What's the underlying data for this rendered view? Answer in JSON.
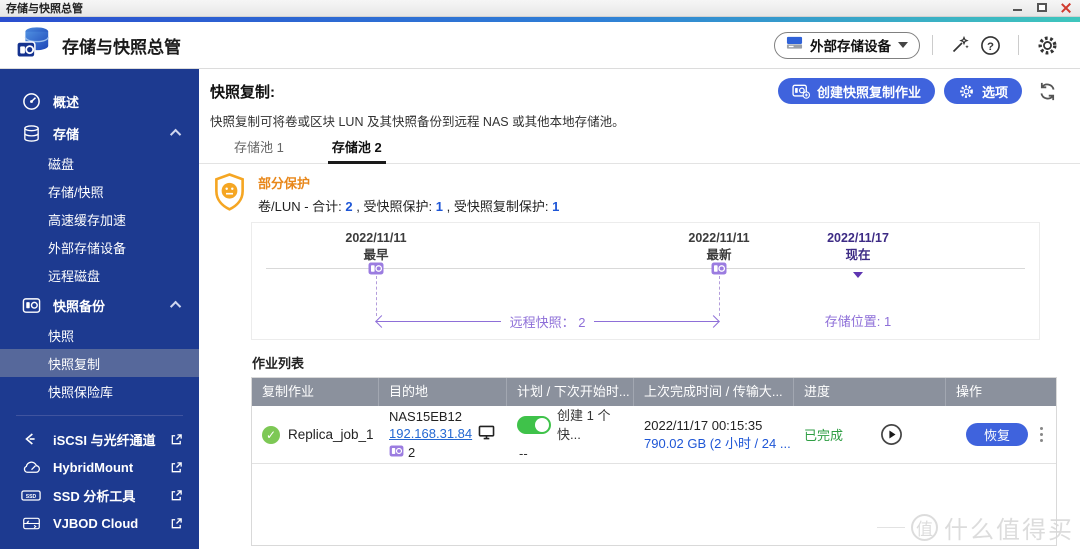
{
  "window": {
    "title": "存储与快照总管"
  },
  "header": {
    "app_title": "存储与快照总管",
    "device_selector": {
      "label": "外部存储设备"
    }
  },
  "sidebar": {
    "items": [
      {
        "label": "概述"
      },
      {
        "label": "存储"
      },
      {
        "label": "磁盘"
      },
      {
        "label": "存储/快照"
      },
      {
        "label": "高速缓存加速"
      },
      {
        "label": "外部存储设备"
      },
      {
        "label": "远程磁盘"
      },
      {
        "label": "快照备份"
      },
      {
        "label": "快照"
      },
      {
        "label": "快照复制"
      },
      {
        "label": "快照保险库"
      }
    ],
    "tools": [
      {
        "label": "iSCSI 与光纤通道"
      },
      {
        "label": "HybridMount"
      },
      {
        "label": "SSD 分析工具"
      },
      {
        "label": "VJBOD Cloud"
      }
    ]
  },
  "main": {
    "section_title": "快照复制:",
    "actions": {
      "create": "创建快照复制作业",
      "options": "选项"
    },
    "description": "快照复制可将卷或区块 LUN 及其快照备份到远程 NAS 或其他本地存储池。",
    "tabs": [
      {
        "label": "存储池 1"
      },
      {
        "label": "存储池 2"
      }
    ],
    "protection": {
      "status": "部分保护",
      "total_label": "卷/LUN - 合计:",
      "total_value": "2",
      "snap_label": ", 受快照保护:",
      "snap_value": "1",
      "replica_label": ", 受快照复制保护:",
      "replica_value": "1"
    },
    "timeline": {
      "earliest": {
        "date": "2022/11/11",
        "label": "最早"
      },
      "latest": {
        "date": "2022/11/11",
        "label": "最新"
      },
      "now": {
        "date": "2022/11/17",
        "label": "现在"
      },
      "remote_label": "远程快照：",
      "remote_count": "2",
      "location_label": "存储位置:",
      "location_count": "1"
    },
    "job_table": {
      "title": "作业列表",
      "columns": [
        "复制作业",
        "目的地",
        "计划 / 下次开始时...",
        "上次完成时间 / 传输大...",
        "进度",
        "操作"
      ],
      "row": {
        "name": "Replica_job_1",
        "dest_name": "NAS15EB12",
        "dest_ip": "192.168.31.84",
        "dest_snapshots": "2",
        "schedule": "创建 1 个快...",
        "schedule_sub": "--",
        "last_time": "2022/11/17 00:15:35",
        "last_size": "790.02 GB (2 小时 / 24 ...",
        "progress": "已完成",
        "action": "恢复"
      }
    }
  },
  "watermark": {
    "badge": "值",
    "text": "什么值得买"
  },
  "colors": {
    "accent_blue": "#3F63DD",
    "sidebar_bg": "#1D3A90",
    "sidebar_active": "#56689B",
    "purple": "#8E6FD8",
    "purple_dark": "#3D2B85",
    "toggle_green": "#3FC24A",
    "success_green": "#2F9E44",
    "warning_orange": "#F5A623",
    "link_blue": "#2468D2",
    "number_blue": "#1E56D6",
    "table_header_gray": "#8B919D"
  }
}
